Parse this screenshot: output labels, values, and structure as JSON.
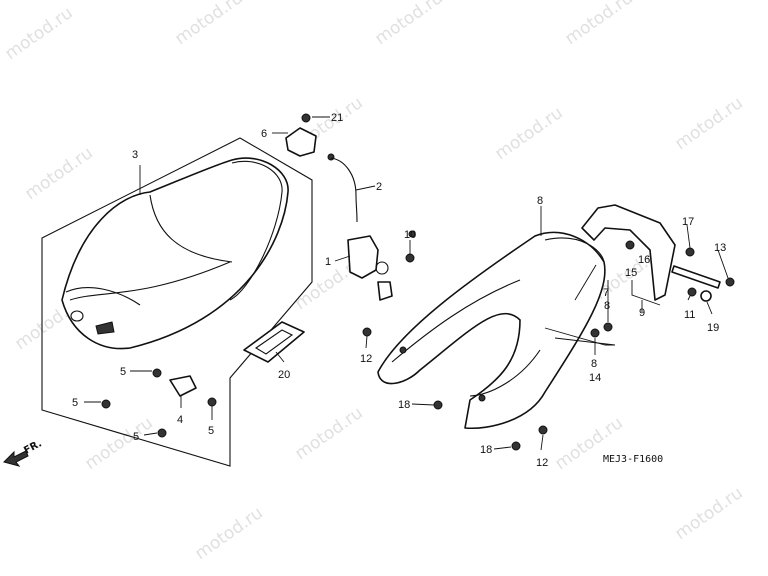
{
  "watermark": "motod.ru",
  "diagram_code": "MEJ3-F1600",
  "direction_label": "FR.",
  "callouts": {
    "c1": "1",
    "c2": "2",
    "c3": "3",
    "c4": "4",
    "c5a": "5",
    "c5b": "5",
    "c5c": "5",
    "c5d": "5",
    "c6": "6",
    "c7": "7",
    "c8a": "8",
    "c8b": "8",
    "c8c": "8",
    "c9": "9",
    "c10": "10",
    "c11": "11",
    "c12a": "12",
    "c12b": "12",
    "c13": "13",
    "c14": "14",
    "c15": "15",
    "c16": "16",
    "c17": "17",
    "c18a": "18",
    "c18b": "18",
    "c19": "19",
    "c20": "20",
    "c21": "21"
  }
}
